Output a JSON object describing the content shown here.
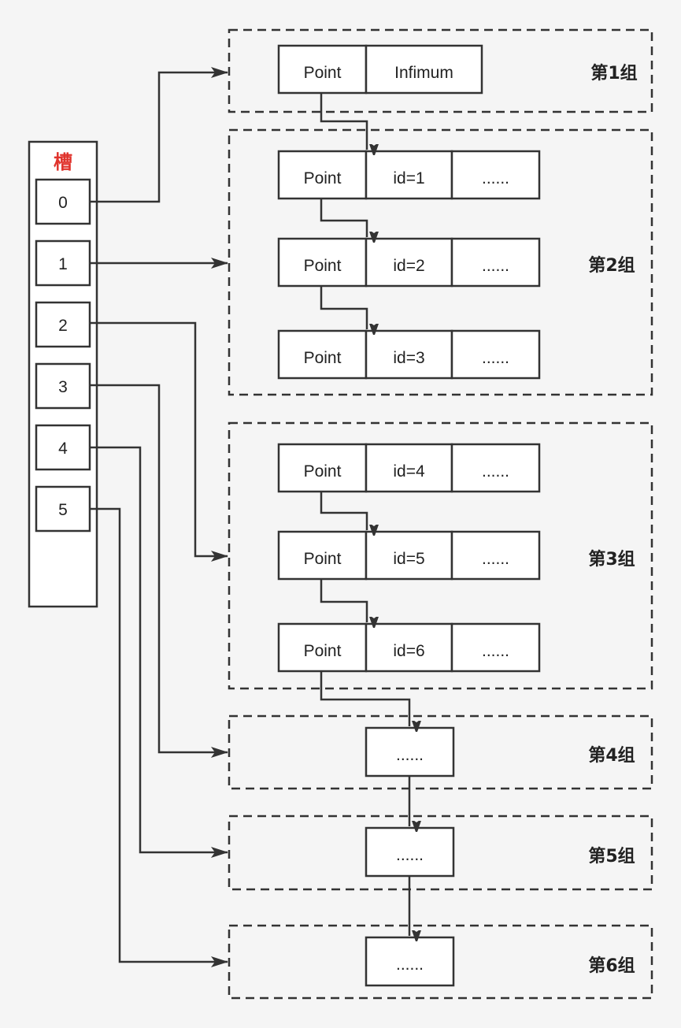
{
  "slots": {
    "title": "槽",
    "items": [
      "0",
      "1",
      "2",
      "3",
      "4",
      "5"
    ]
  },
  "groups": [
    {
      "label": "第1组",
      "records": [
        [
          "Point",
          "Infimum"
        ]
      ]
    },
    {
      "label": "第2组",
      "records": [
        [
          "Point",
          "id=1",
          "......"
        ],
        [
          "Point",
          "id=2",
          "......"
        ],
        [
          "Point",
          "id=3",
          "......"
        ]
      ]
    },
    {
      "label": "第3组",
      "records": [
        [
          "Point",
          "id=4",
          "......"
        ],
        [
          "Point",
          "id=5",
          "......"
        ],
        [
          "Point",
          "id=6",
          "......"
        ]
      ]
    },
    {
      "label": "第4组",
      "records": [
        [
          "......"
        ]
      ]
    },
    {
      "label": "第5组",
      "records": [
        [
          "......"
        ]
      ]
    },
    {
      "label": "第6组",
      "records": [
        [
          "......"
        ]
      ]
    }
  ],
  "colors": {
    "slot_title": "#e0332c",
    "line": "#333333",
    "background": "#f5f5f5"
  }
}
